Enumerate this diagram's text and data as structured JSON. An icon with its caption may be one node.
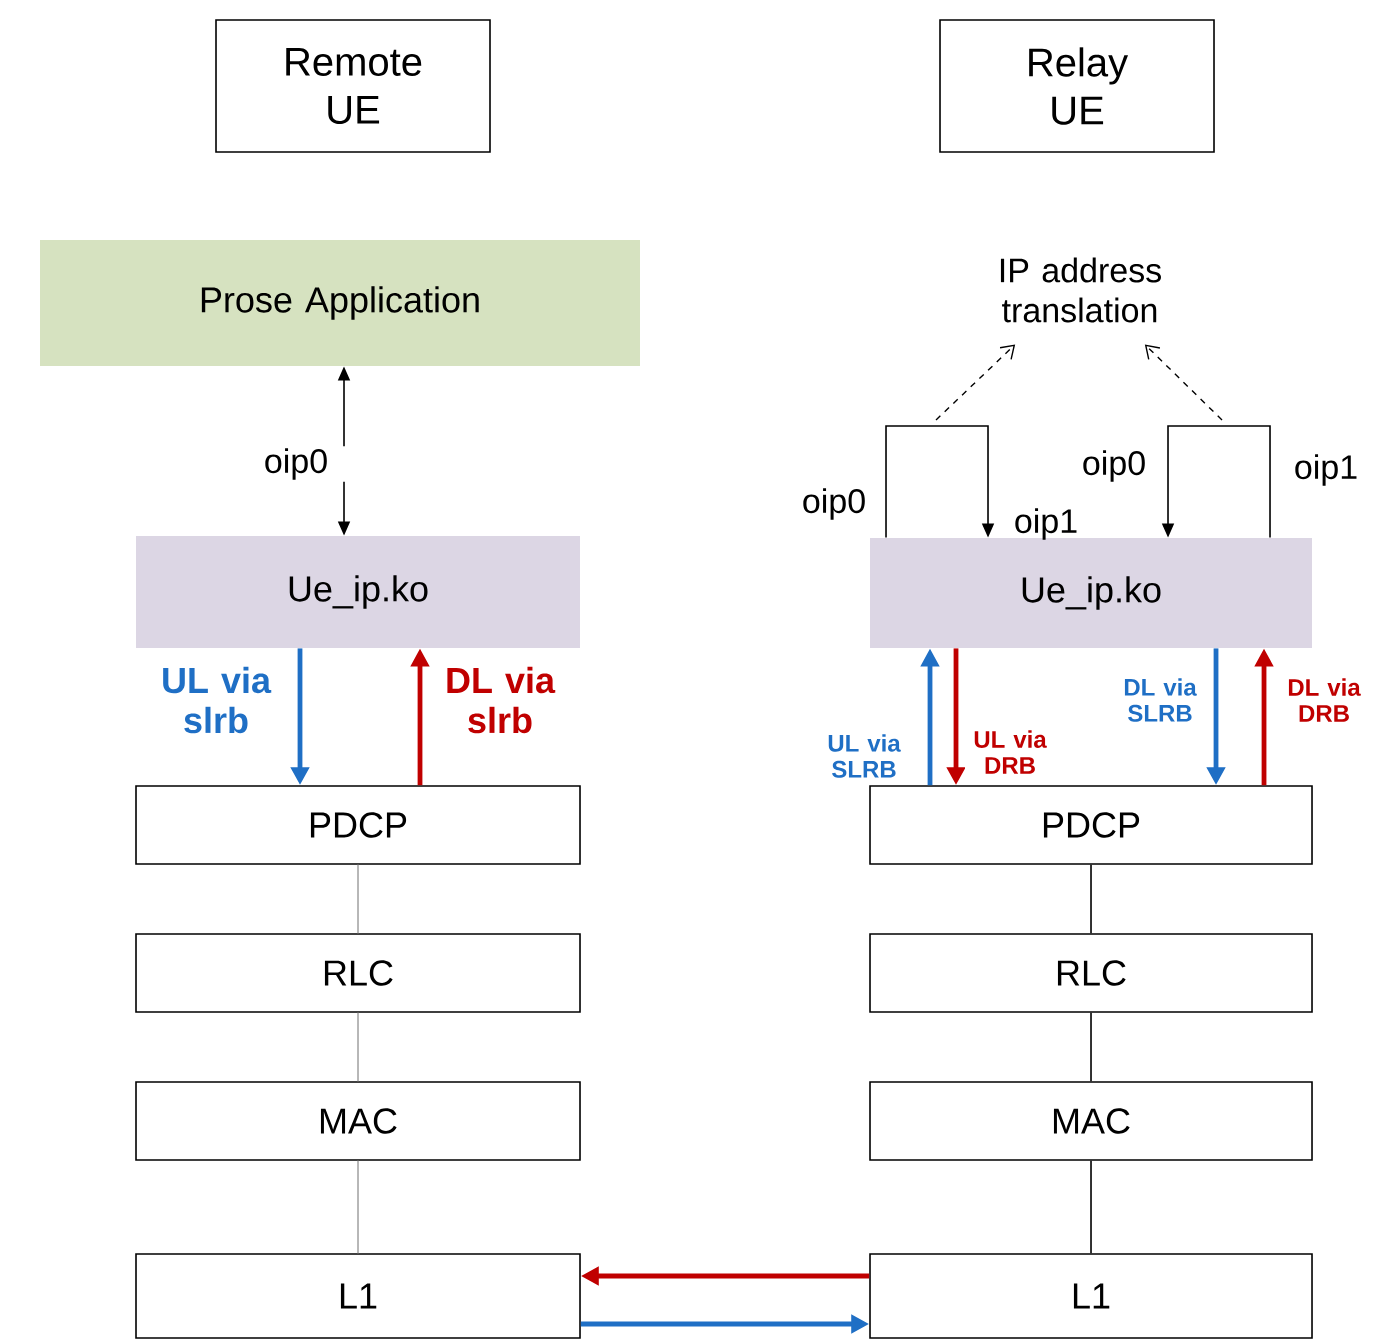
{
  "diagram": {
    "nodes": [
      {
        "text": [
          "Remote UE"
        ]
      },
      {
        "text": [
          "Relay UE"
        ]
      },
      {
        "text": [
          "Prose Application"
        ]
      },
      {
        "text": [
          "Ue_ip.ko"
        ]
      },
      {
        "text": [
          "PDCP"
        ]
      },
      {
        "text": [
          "RLC"
        ]
      },
      {
        "text": [
          "MAC"
        ]
      },
      {
        "text": [
          "L1"
        ]
      },
      {
        "text": [
          "IP address translation"
        ]
      },
      {
        "text": [
          "Ue_ip.ko"
        ]
      },
      {
        "text": [
          "PDCP"
        ]
      },
      {
        "text": [
          "RLC"
        ]
      },
      {
        "text": [
          "MAC"
        ]
      },
      {
        "text": [
          "L1"
        ]
      }
    ],
    "edges": [
      {
        "from": 2,
        "to": 3,
        "arrow": "both",
        "label": "oip0"
      },
      {
        "from": 3,
        "to": 4,
        "arrow": "to",
        "label": "UL via slrb",
        "style": "thick",
        "color": "#1f6fc5"
      },
      {
        "from": 4,
        "to": 3,
        "arrow": "to",
        "label": "DL via slrb",
        "style": "thick",
        "color": "#c00000"
      },
      {
        "from": 4,
        "to": 5,
        "arrow": "none",
        "color": "#a6a6a6"
      },
      {
        "from": 5,
        "to": 6,
        "arrow": "none",
        "color": "#a6a6a6"
      },
      {
        "from": 6,
        "to": 7,
        "arrow": "none",
        "color": "#a6a6a6"
      },
      {
        "from": 9,
        "to": 9,
        "arrow": "to"
      },
      {
        "from": 9,
        "to": 9,
        "arrow": "to"
      },
      {
        "from": null,
        "to": 8,
        "arrow": "to",
        "style": "dashed"
      },
      {
        "from": null,
        "to": 8,
        "arrow": "to",
        "style": "dashed"
      },
      {
        "from": 10,
        "to": 9,
        "arrow": "to",
        "label": "UL via SLRB",
        "style": "thick",
        "color": "#1f6fc5"
      },
      {
        "from": 9,
        "to": 10,
        "arrow": "to",
        "label": "UL via DRB",
        "style": "thick",
        "color": "#c00000"
      },
      {
        "from": 9,
        "to": 10,
        "arrow": "to",
        "label": "DL via SLRB",
        "style": "thick",
        "color": "#1f6fc5"
      },
      {
        "from": 10,
        "to": 9,
        "arrow": "to",
        "label": "DL via DRB",
        "style": "thick",
        "color": "#c00000"
      },
      {
        "from": 10,
        "to": 11,
        "arrow": "none"
      },
      {
        "from": 11,
        "to": 12,
        "arrow": "none"
      },
      {
        "from": 12,
        "to": 13,
        "arrow": "none"
      },
      {
        "from": 13,
        "to": 7,
        "arrow": "to",
        "style": "thick",
        "color": "#c00000"
      },
      {
        "from": 7,
        "to": 13,
        "arrow": "to",
        "style": "thick",
        "color": "#1f6fc5"
      }
    ],
    "labels": [
      "oip0",
      "oip1",
      "oip0",
      "oip1"
    ]
  }
}
